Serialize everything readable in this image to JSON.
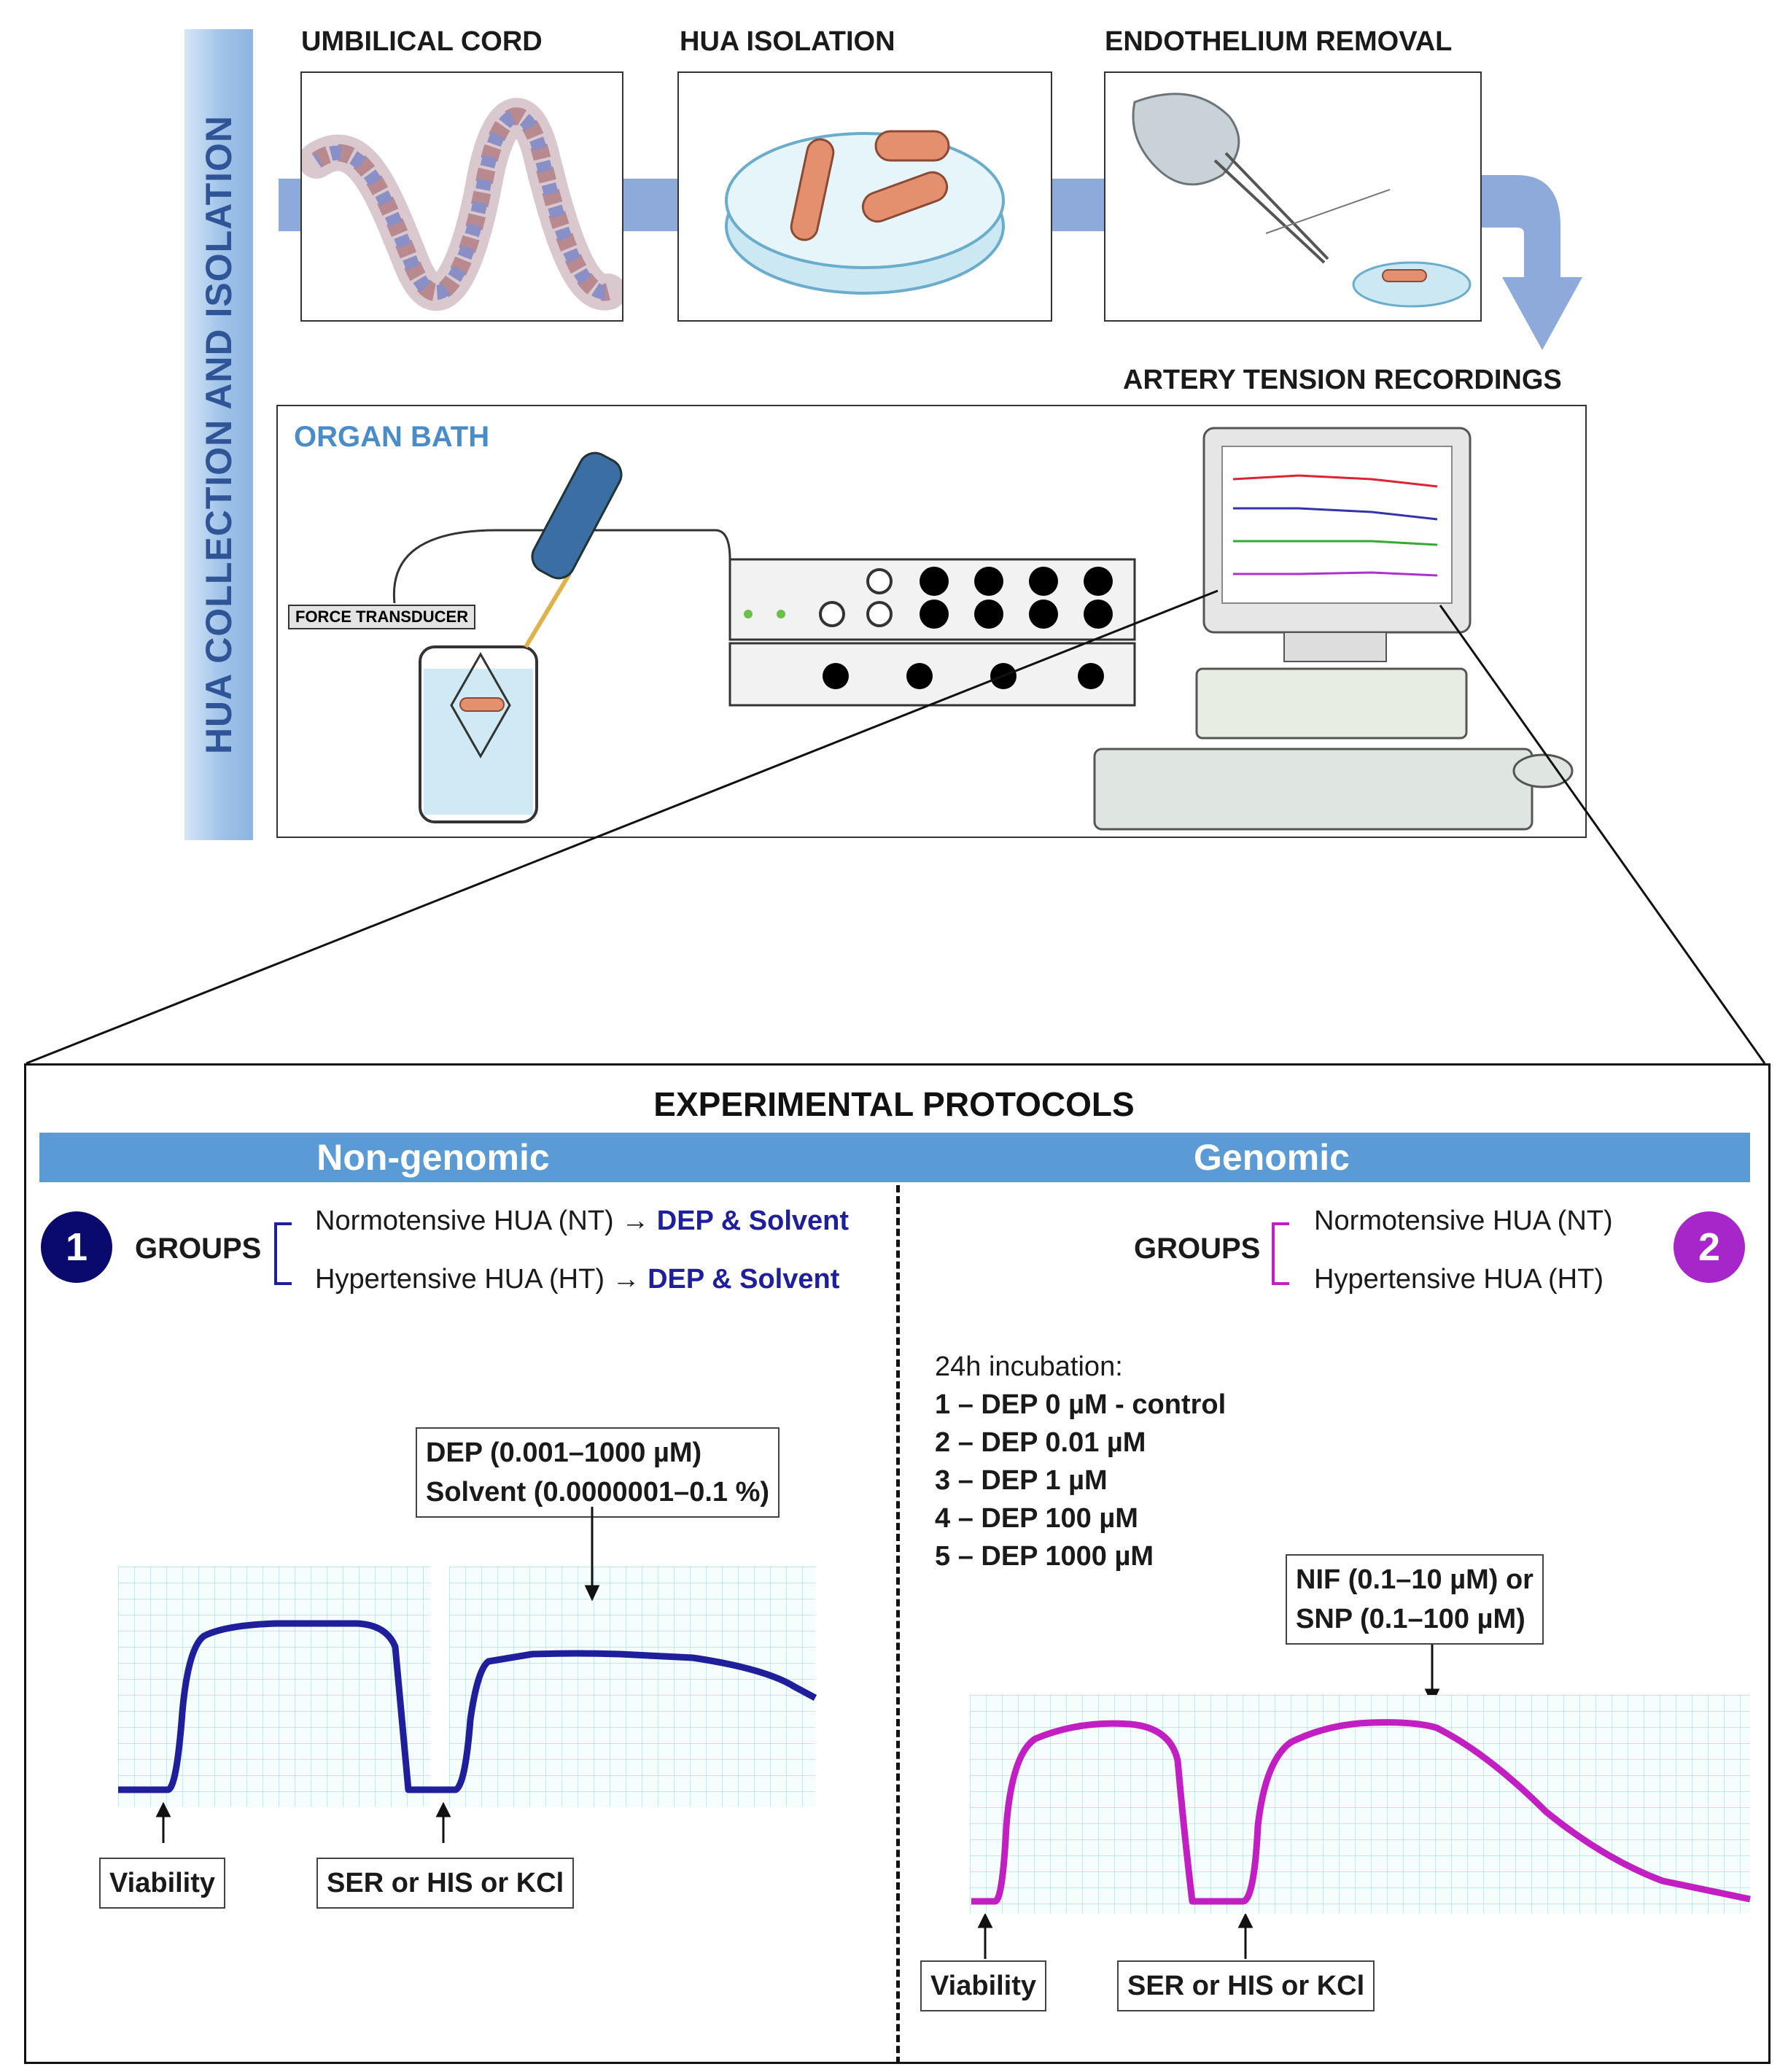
{
  "side_band": {
    "title": "HUA COLLECTION AND ISOLATION"
  },
  "steps": [
    {
      "label": "UMBILICAL CORD"
    },
    {
      "label": "HUA ISOLATION"
    },
    {
      "label": "ENDOTHELIUM REMOVAL"
    }
  ],
  "organ_bath": {
    "title": "ORGAN BATH",
    "transducer_label": "FORCE TRANSDUCER",
    "recordings_label": "ARTERY TENSION RECORDINGS"
  },
  "protocols": {
    "title": "EXPERIMENTAL PROTOCOLS",
    "non_genomic": {
      "header": "Non-genomic",
      "number": "1",
      "groups_label": "GROUPS",
      "group_nt": "Normotensive HUA (NT) →",
      "group_nt_treat": "DEP & Solvent",
      "group_ht": "Hypertensive HUA (HT) →",
      "group_ht_treat": "DEP & Solvent",
      "callout_line1": "DEP (0.001–1000 µM)",
      "callout_line2": "Solvent (0.0000001–0.1 %)",
      "marker1": "Viability",
      "marker2": "SER or HIS or KCl"
    },
    "genomic": {
      "header": "Genomic",
      "number": "2",
      "groups_label": "GROUPS",
      "group_nt": "Normotensive HUA (NT)",
      "group_ht": "Hypertensive HUA (HT)",
      "incubation_title": "24h incubation:",
      "incubation_items": [
        "1 – DEP 0 µM - control",
        "2 – DEP 0.01 µM",
        "3 – DEP 1 µM",
        "4 – DEP 100 µM",
        "5 – DEP 1000 µM"
      ],
      "callout_line1": "NIF (0.1–10 µM) or",
      "callout_line2": "SNP (0.1–100 µM)",
      "marker1": "Viability",
      "marker2": "SER or HIS or KCl"
    }
  },
  "colors": {
    "non_genomic_trace": "#1f1f9c",
    "genomic_trace": "#c21fc2",
    "non_genomic_badge": "#0a0a6e",
    "genomic_badge": "#a626c9",
    "bar": "#5b9bd5",
    "side_band_text": "#2f5597"
  }
}
